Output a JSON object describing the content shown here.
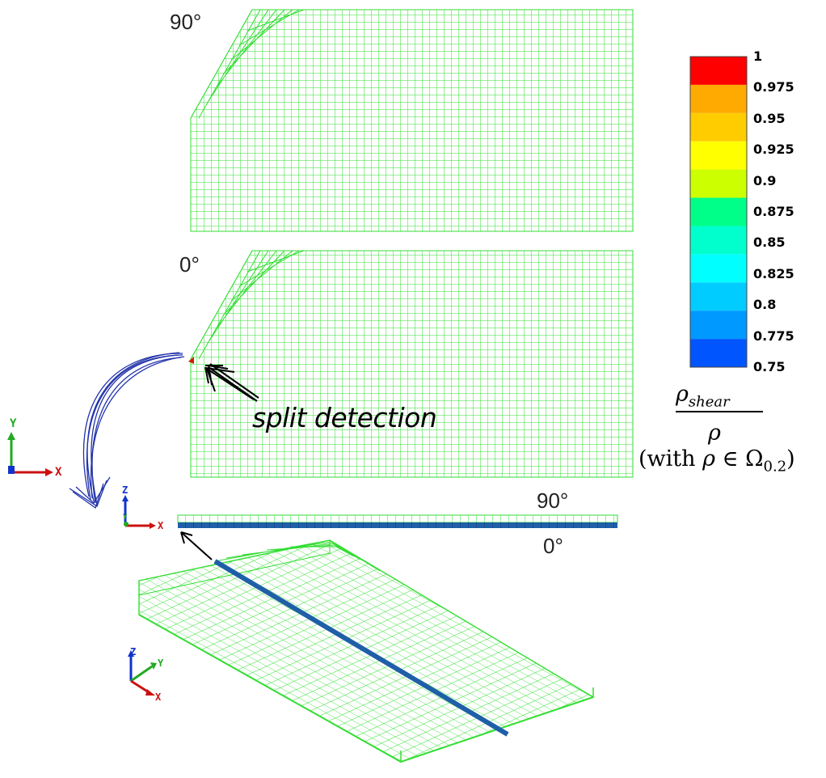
{
  "labels": {
    "top_panel_angle": "90°",
    "middle_panel_angle": "0°",
    "side_view_top_angle": "90°",
    "side_view_bottom_angle": "0°",
    "callout": "split detection"
  },
  "legend": {
    "ticks": [
      "1",
      "0.975",
      "0.95",
      "0.925",
      "0.9",
      "0.875",
      "0.85",
      "0.825",
      "0.8",
      "0.775",
      "0.75"
    ],
    "colors": [
      "#ff0000",
      "#ffaa00",
      "#ffcc00",
      "#ffff00",
      "#ccff00",
      "#00ff88",
      "#00ffcc",
      "#00ffff",
      "#00ccff",
      "#0099ff",
      "#0055ff"
    ],
    "numerator": "ρshear",
    "denominator": "ρ",
    "condition": "(with ρ ∈ Ω0.2)"
  },
  "axes": {
    "x": "X",
    "y": "Y",
    "z": "Z"
  },
  "colors": {
    "mesh": "#33dd33",
    "crack_band": "#1f5fa8",
    "arrow_blue": "#2233aa",
    "damage_red": "#cc2200",
    "axis_x": "#cc1111",
    "axis_y": "#22aa22",
    "axis_z": "#1133cc"
  }
}
